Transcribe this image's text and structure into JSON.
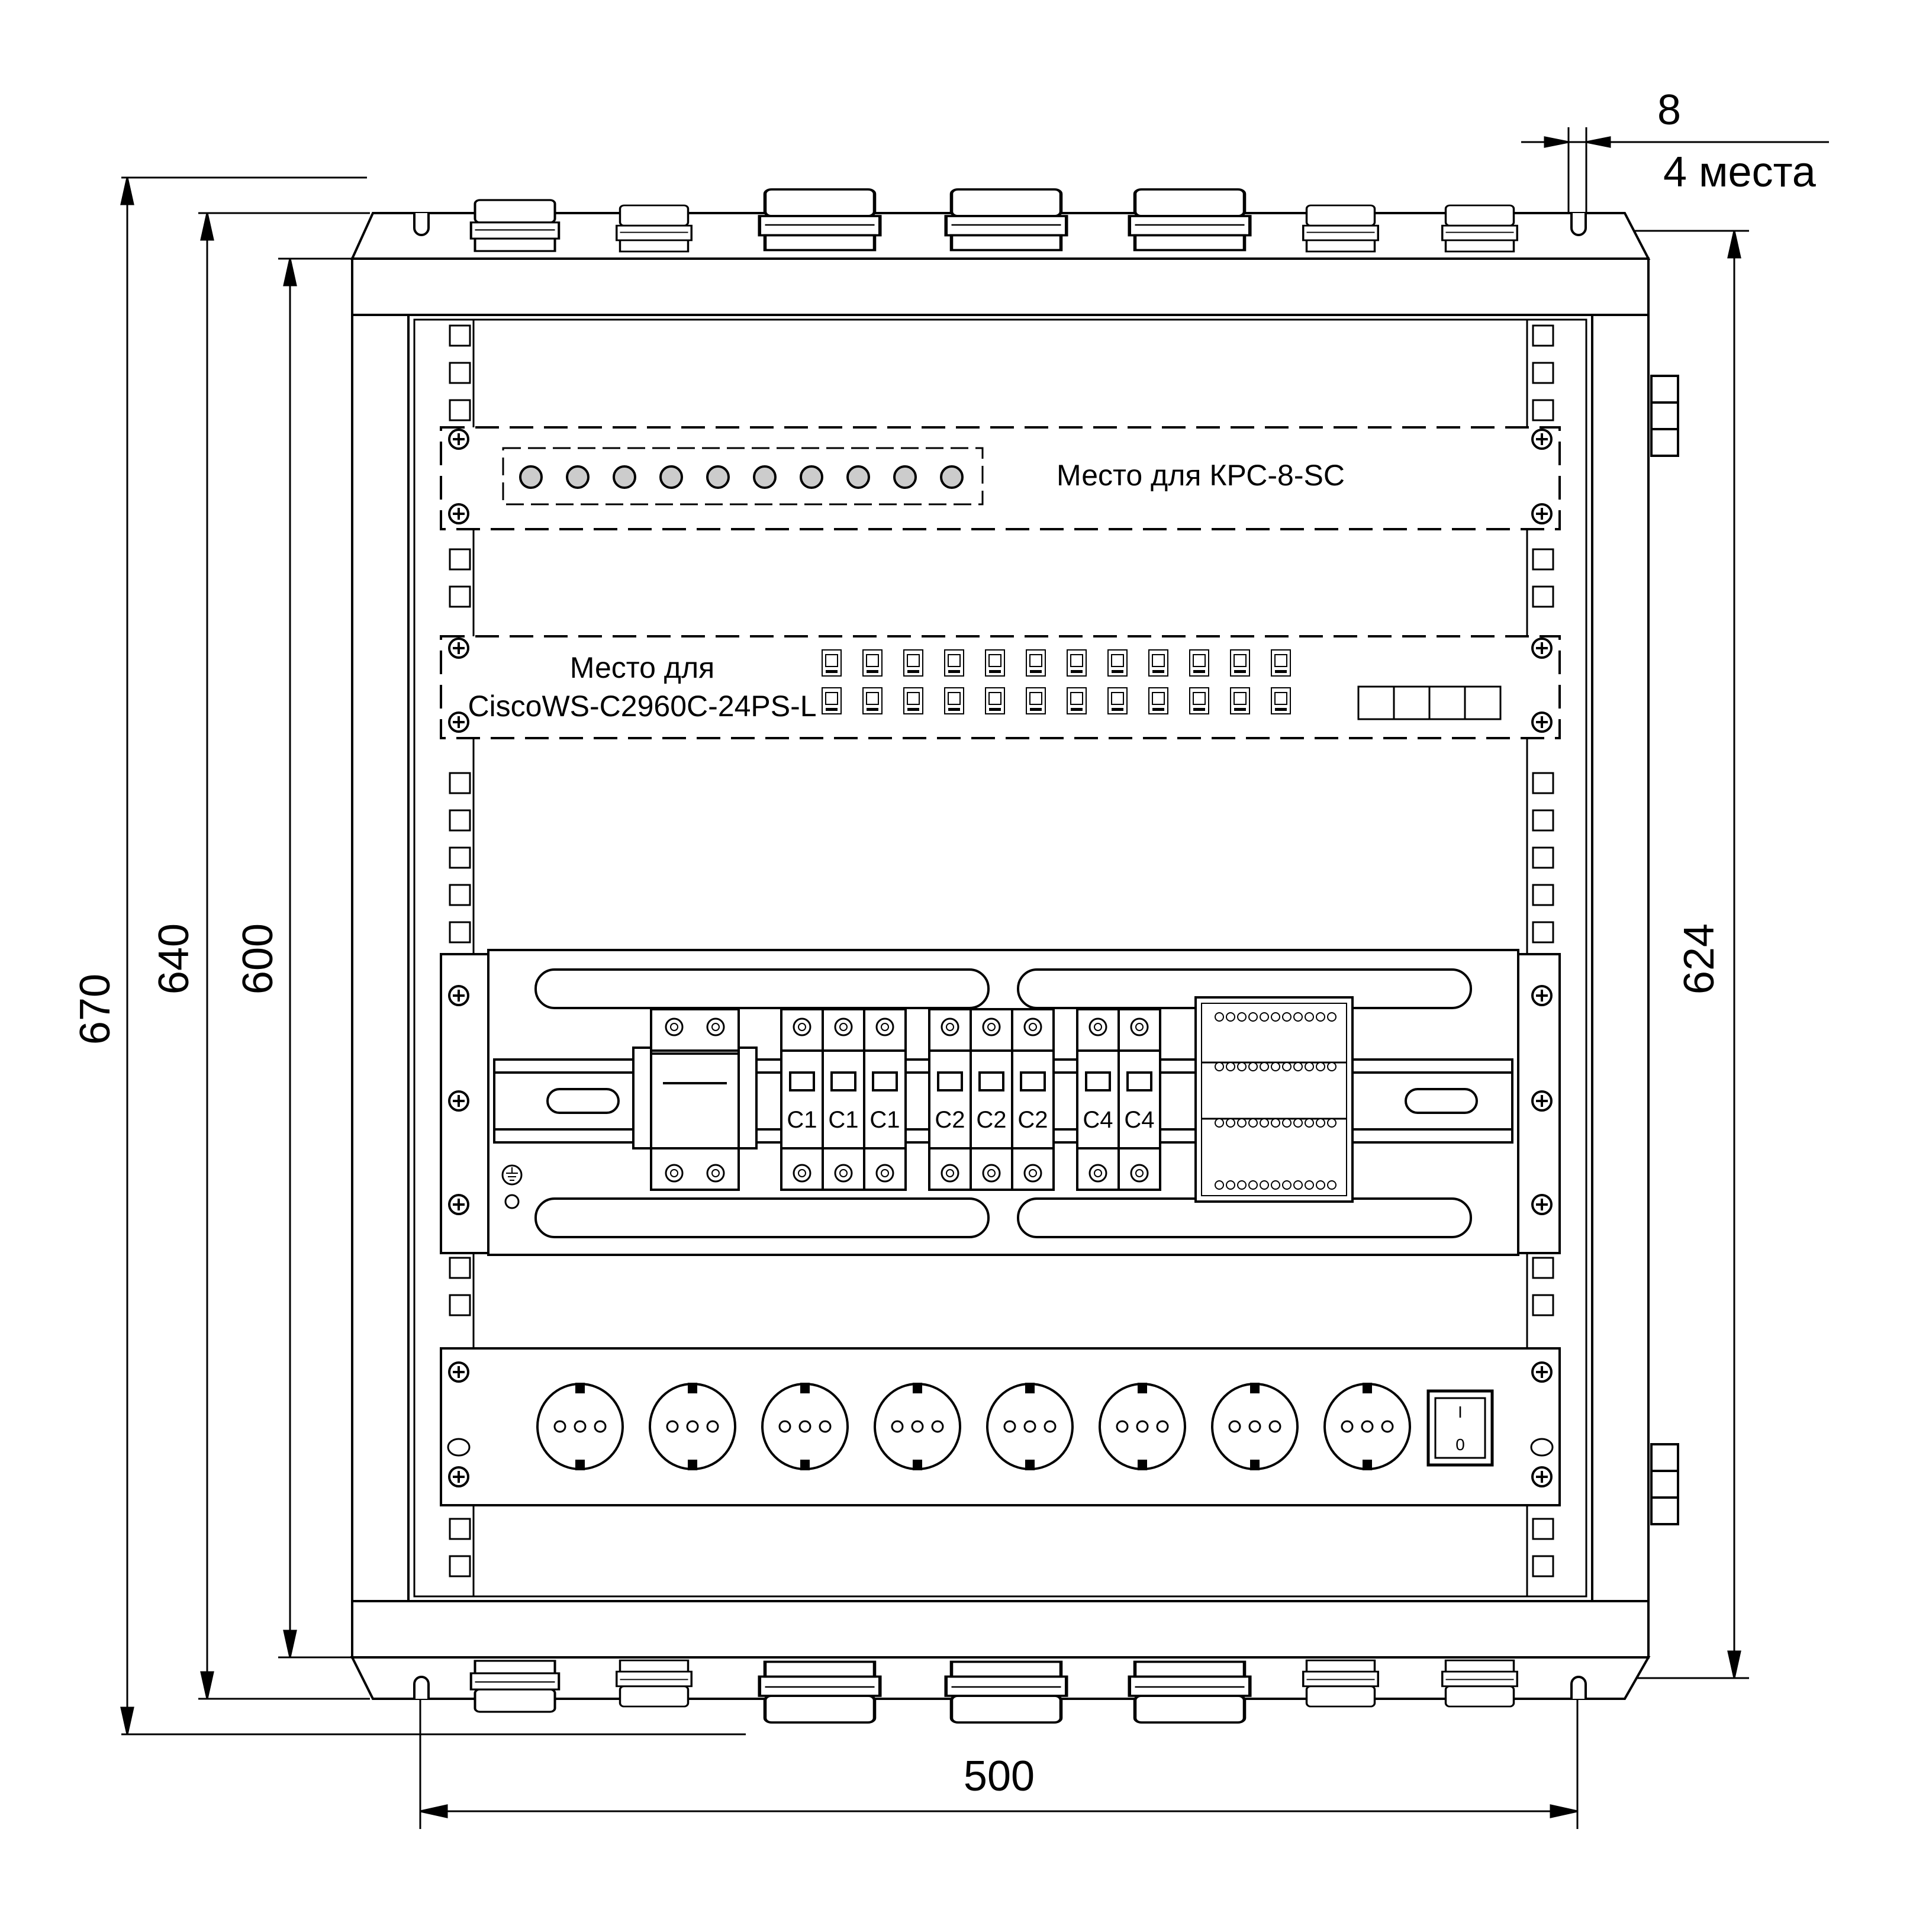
{
  "dimensions": {
    "overall_height": "670",
    "mount_height": "640",
    "frame_height": "600",
    "right_height": "624",
    "width": "500",
    "hole_size": "8",
    "hole_count": "4 места"
  },
  "patch_panel": {
    "label": "Место для КРС-8-SC"
  },
  "switch_panel": {
    "label_line1": "Место для",
    "label_line2": "CiscoWS-C2960C-24PS-L"
  },
  "breakers": [
    "C1",
    "C1",
    "C1",
    "C2",
    "C2",
    "C2",
    "C4",
    "C4"
  ],
  "power_switch": {
    "on_label": "I",
    "off_label": "0"
  }
}
